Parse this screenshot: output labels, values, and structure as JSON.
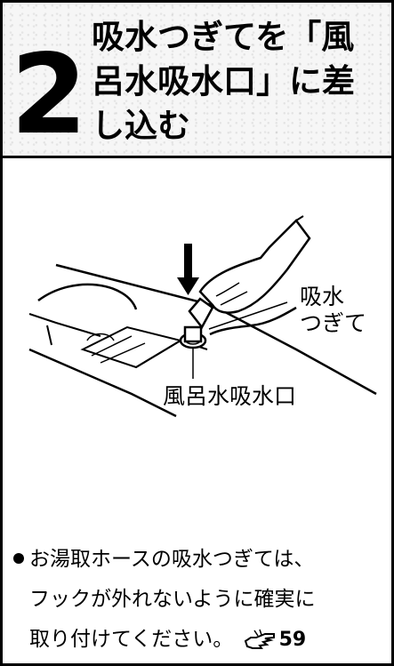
{
  "step": {
    "number": "2",
    "title": "吸水つぎてを「風呂水吸水口」に差し込む"
  },
  "illustration": {
    "label_joint_line1": "吸水",
    "label_joint_line2": "つぎて",
    "label_inlet": "風呂水吸水口"
  },
  "note": {
    "line1": "お湯取ホースの吸水つぎては、",
    "line2": "フックが外れないように確実に",
    "line3": "取り付けてください。",
    "icon": "pointing-hand-icon",
    "page_ref": "59"
  }
}
